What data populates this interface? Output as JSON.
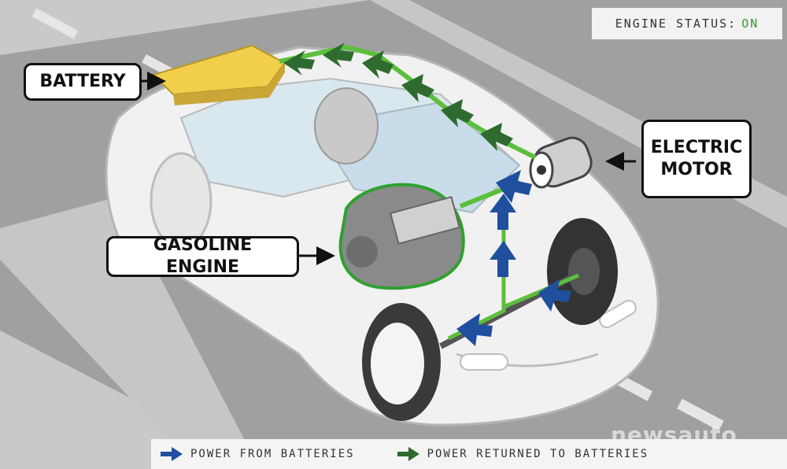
{
  "status": {
    "label": "ENGINE STATUS:",
    "value": "ON"
  },
  "callouts": {
    "battery": "BATTERY",
    "electric_motor_line1": "ELECTRIC",
    "electric_motor_line2": "MOTOR",
    "gasoline_engine": "GASOLINE ENGINE"
  },
  "legend": {
    "from_batteries": "POWER FROM BATTERIES",
    "returned_to_batteries": "POWER RETURNED TO BATTERIES"
  },
  "watermark": "newsauto",
  "colors": {
    "power_from_batteries": "#1f4f9e",
    "power_returned": "#2f6b2f",
    "status_on": "#2f9a2f",
    "battery_fill": "#f2cf4a",
    "road": "#9a9a9a"
  }
}
